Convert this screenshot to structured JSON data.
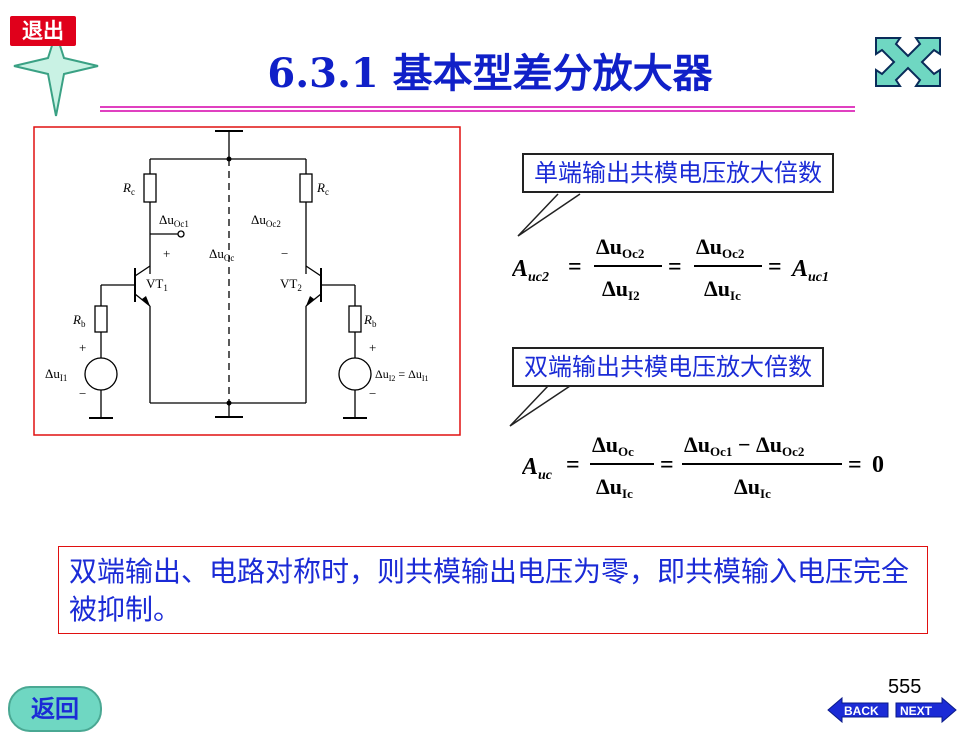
{
  "header": {
    "exit_label": "退出",
    "title": "6.3.1 基本型差分放大器"
  },
  "circuit": {
    "rc_left": "R",
    "rc_right": "R",
    "rc_sub": "c",
    "rb_label": "R",
    "rb_sub": "b",
    "out1": "Δu",
    "out1_sub": "Oc1",
    "out2": "Δu",
    "out2_sub": "Oc2",
    "outc": "Δu",
    "outc_sub": "Oc",
    "vt1": "VT",
    "vt1_sub": "1",
    "vt2": "VT",
    "vt2_sub": "2",
    "in1": "Δu",
    "in1_sub": "I1",
    "in2_expr": "Δu",
    "in2_sub": "I2",
    "in2_eq": " = Δu",
    "in2_eq_sub": "I1",
    "plus": "+",
    "minus": "−"
  },
  "callouts": {
    "single_ended": "单端输出共模电压放大倍数",
    "double_ended": "双端输出共模电压放大倍数"
  },
  "formulas": {
    "f1": {
      "lhs": "A",
      "lhs_sub": "uc2",
      "n1": "Δu",
      "n1_sub": "Oc2",
      "d1": "Δu",
      "d1_sub": "I2",
      "n2": "Δu",
      "n2_sub": "Oc2",
      "d2": "Δu",
      "d2_sub": "Ic",
      "rhs": "A",
      "rhs_sub": "uc1"
    },
    "f2": {
      "lhs": "A",
      "lhs_sub": "uc",
      "n1": "Δu",
      "n1_sub": "Oc",
      "d1": "Δu",
      "d1_sub": "Ic",
      "n2a": "Δu",
      "n2a_sub": "Oc1",
      "n2b": "Δu",
      "n2b_sub": "Oc2",
      "d2": "Δu",
      "d2_sub": "Ic",
      "result": "0"
    }
  },
  "note": "双端输出、电路对称时，则共模输出电压为零，即共模输入电压完全被抑制。",
  "page_number": "555",
  "nav": {
    "return_label": "返回",
    "back_label": "BACK",
    "next_label": "NEXT"
  },
  "colors": {
    "title": "#1020c8",
    "callout_text": "#1b2bd6",
    "frame_red": "#e01010",
    "teal": "#6fd7c2",
    "exit_red": "#e0001b",
    "rule_magenta": "#e040c0"
  }
}
